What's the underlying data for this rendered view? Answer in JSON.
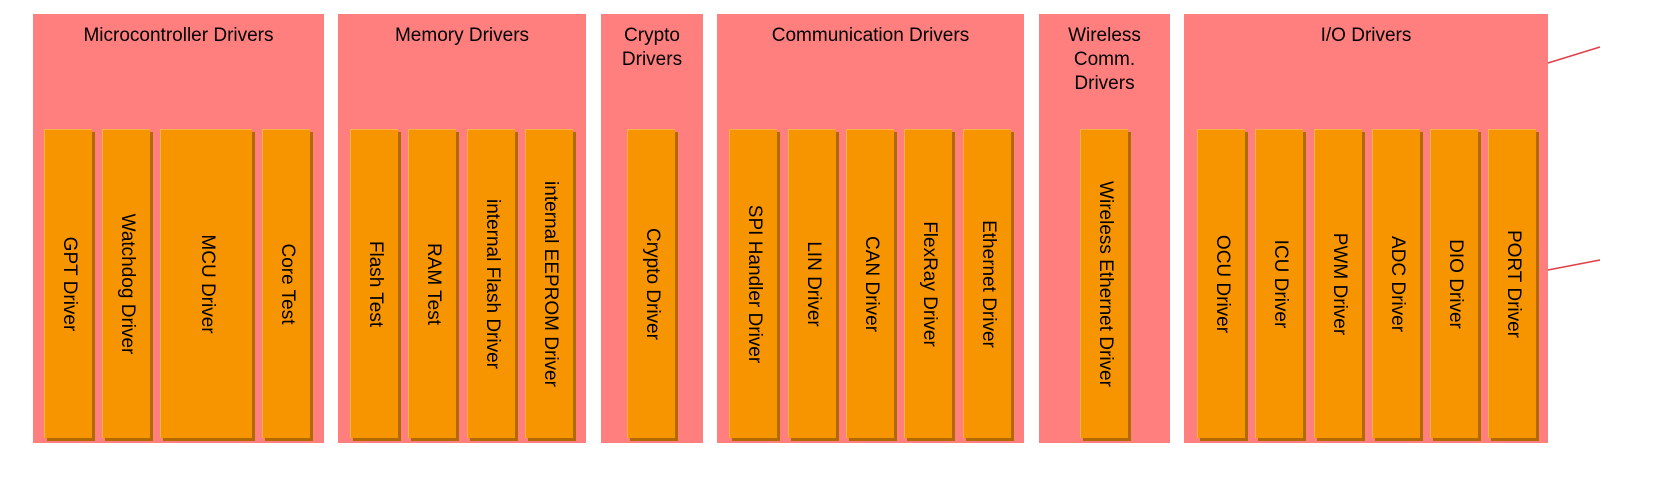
{
  "groups": [
    {
      "title": "Microcontroller Drivers",
      "drivers": [
        "GPT Driver",
        "Watchdog Driver",
        "MCU Driver",
        "Core Test"
      ]
    },
    {
      "title": "Memory Drivers",
      "drivers": [
        "Flash Test",
        "RAM Test",
        "internal Flash Driver",
        "internal EEPROM Driver"
      ]
    },
    {
      "title": "Crypto\nDrivers",
      "drivers": [
        "Crypto Driver"
      ]
    },
    {
      "title": "Communication Drivers",
      "drivers": [
        "SPI Handler Driver",
        "LIN Driver",
        "CAN Driver",
        "FlexRay Driver",
        "Ethernet Driver"
      ]
    },
    {
      "title": "Wireless\nComm.\nDrivers",
      "drivers": [
        "Wireless Ethernet Driver"
      ]
    },
    {
      "title": "I/O Drivers",
      "drivers": [
        "OCU Driver",
        "ICU Driver",
        "PWM Driver",
        "ADC Driver",
        "DIO Driver",
        "PORT Driver"
      ]
    }
  ],
  "colors": {
    "group_fill": "#ff7f7f",
    "driver_fill": "#f79500",
    "driver_shadow": "#b06a00",
    "connector_line": "#e0404a"
  }
}
